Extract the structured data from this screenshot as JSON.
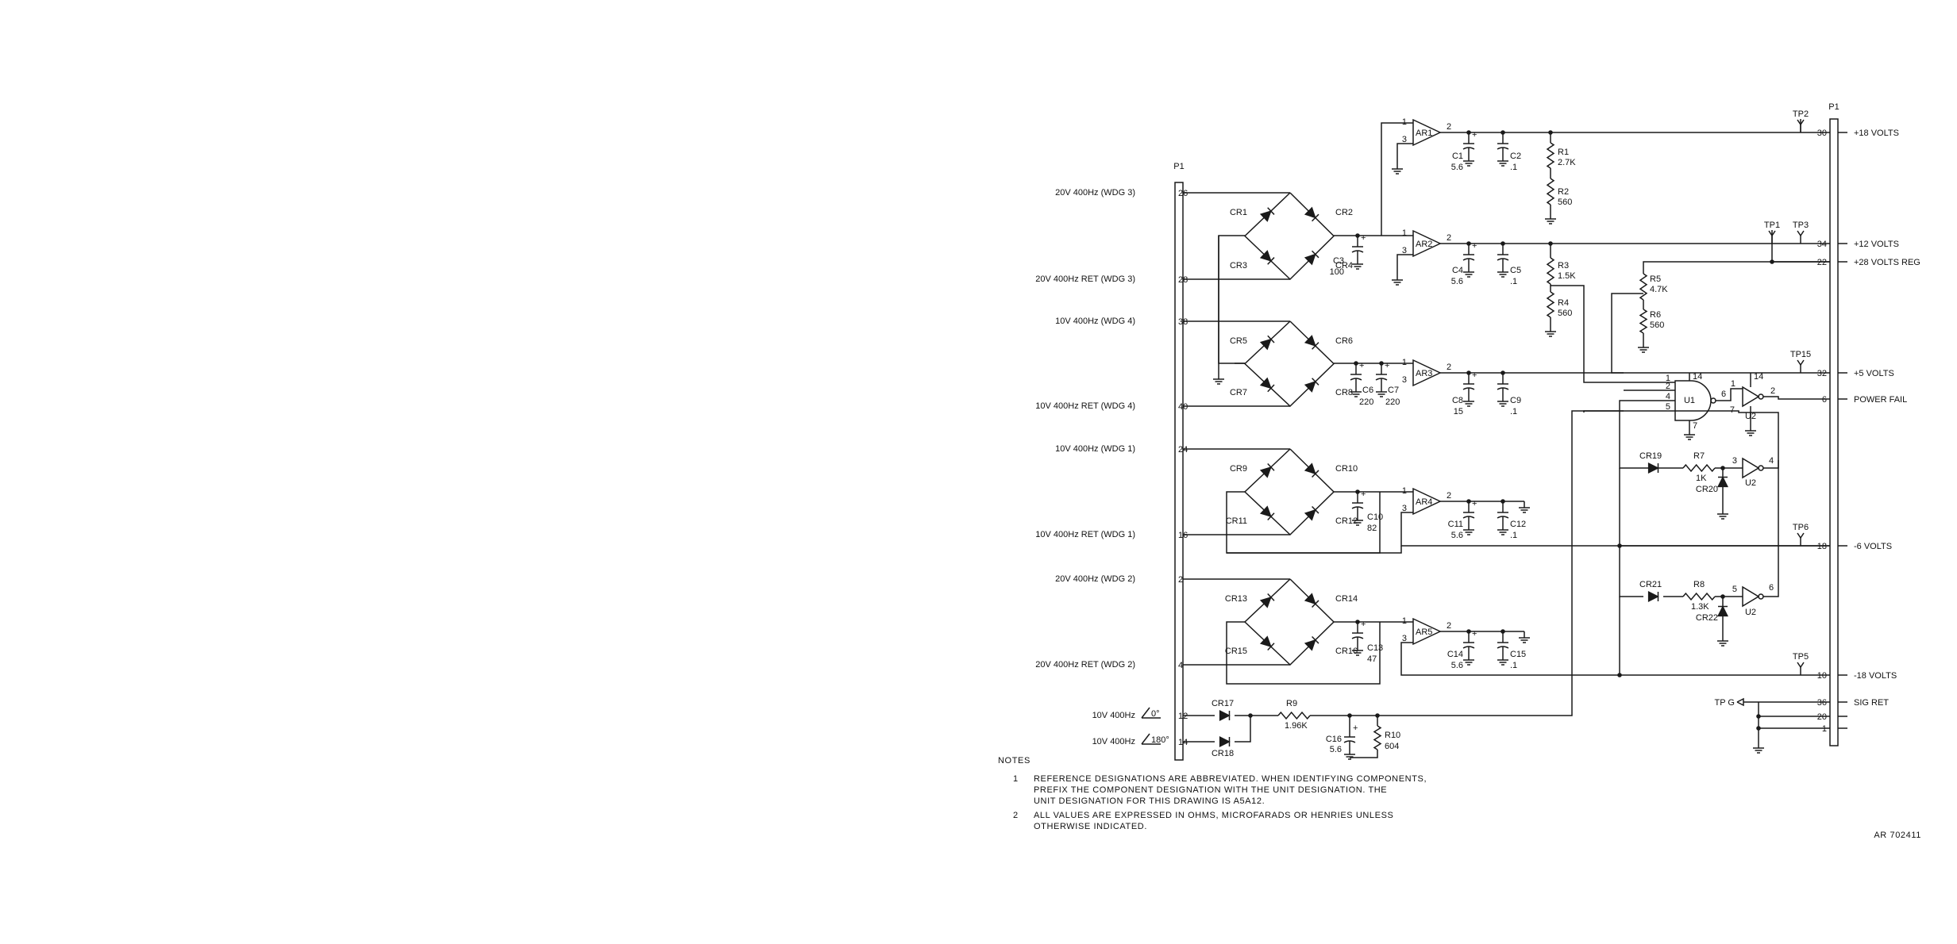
{
  "connector_name": "P1",
  "inputs": [
    {
      "label": "20V 400Hz (WDG 3)",
      "pin": "26"
    },
    {
      "label": "20V 400Hz RET (WDG 3)",
      "pin": "28"
    },
    {
      "label": "10V 400Hz (WDG 4)",
      "pin": "38"
    },
    {
      "label": "10V 400Hz RET (WDG 4)",
      "pin": "40"
    },
    {
      "label": "10V 400Hz (WDG 1)",
      "pin": "24"
    },
    {
      "label": "10V 400Hz RET (WDG 1)",
      "pin": "16"
    },
    {
      "label": "20V 400Hz (WDG 2)",
      "pin": "2"
    },
    {
      "label": "20V 400Hz RET (WDG 2)",
      "pin": "4"
    },
    {
      "label": "10V 400Hz /0°",
      "pin": "12"
    },
    {
      "label": "10V 400Hz /180°",
      "pin": "14"
    }
  ],
  "outputs": [
    {
      "label": "+18 VOLTS",
      "pin": "30"
    },
    {
      "label": "+12 VOLTS",
      "pin": "34"
    },
    {
      "label": "+28 VOLTS REG",
      "pin": "22"
    },
    {
      "label": "+5 VOLTS",
      "pin": "32"
    },
    {
      "label": "POWER FAIL",
      "pin": "6"
    },
    {
      "label": "-6 VOLTS",
      "pin": "18"
    },
    {
      "label": "-18 VOLTS",
      "pin": "10"
    },
    {
      "label": "SIG RET",
      "pin": "36"
    },
    {
      "label": "",
      "pin": "20"
    },
    {
      "label": "",
      "pin": "1"
    }
  ],
  "bridge_diodes": [
    "CR1",
    "CR2",
    "CR3",
    "CR4",
    "CR5",
    "CR6",
    "CR7",
    "CR8",
    "CR9",
    "CR10",
    "CR11",
    "CR12",
    "CR13",
    "CR14",
    "CR15",
    "CR16"
  ],
  "amplifiers": [
    "AR1",
    "AR2",
    "AR3",
    "AR4",
    "AR5"
  ],
  "amp_pins": {
    "in1": "1",
    "in3": "3",
    "out": "2"
  },
  "capacitors": [
    {
      "ref": "C1",
      "value": "5.6"
    },
    {
      "ref": "C2",
      "value": ".1"
    },
    {
      "ref": "C3",
      "value": "100"
    },
    {
      "ref": "C4",
      "value": "5.6"
    },
    {
      "ref": "C5",
      "value": ".1"
    },
    {
      "ref": "C6",
      "value": "220"
    },
    {
      "ref": "C7",
      "value": "220"
    },
    {
      "ref": "C8",
      "value": "15"
    },
    {
      "ref": "C9",
      "value": ".1"
    },
    {
      "ref": "C10",
      "value": "82"
    },
    {
      "ref": "C11",
      "value": "5.6"
    },
    {
      "ref": "C12",
      "value": ".1"
    },
    {
      "ref": "C13",
      "value": "47"
    },
    {
      "ref": "C14",
      "value": "5.6"
    },
    {
      "ref": "C15",
      "value": ".1"
    },
    {
      "ref": "C16",
      "value": "5.6"
    }
  ],
  "resistors": [
    {
      "ref": "R1",
      "value": "2.7K"
    },
    {
      "ref": "R2",
      "value": "560"
    },
    {
      "ref": "R3",
      "value": "1.5K"
    },
    {
      "ref": "R4",
      "value": "560"
    },
    {
      "ref": "R5",
      "value": "4.7K"
    },
    {
      "ref": "R6",
      "value": "560"
    },
    {
      "ref": "R7",
      "value": "1K"
    },
    {
      "ref": "R8",
      "value": "1.3K"
    },
    {
      "ref": "R9",
      "value": "1.96K"
    },
    {
      "ref": "R10",
      "value": "604"
    }
  ],
  "other_diodes": [
    "CR17",
    "CR18",
    "CR19",
    "CR20",
    "CR21",
    "CR22"
  ],
  "test_points": [
    "TP1",
    "TP2",
    "TP3",
    "TP5",
    "TP6",
    "TP15",
    "TP G"
  ],
  "logic": {
    "u1": "U1",
    "u2": "U2",
    "u1_pins": [
      "1",
      "2",
      "4",
      "5",
      "6",
      "7",
      "14"
    ],
    "u2_pins": [
      "1",
      "2",
      "3",
      "4",
      "5",
      "6",
      "7",
      "14"
    ]
  },
  "notes": {
    "heading": "NOTES",
    "items": [
      {
        "num": "1",
        "lines": [
          "REFERENCE DESIGNATIONS ARE ABBREVIATED. WHEN IDENTIFYING COMPONENTS,",
          "PREFIX THE COMPONENT DESIGNATION WITH THE UNIT DESIGNATION. THE",
          "UNIT DESIGNATION FOR THIS DRAWING IS A5A12."
        ]
      },
      {
        "num": "2",
        "lines": [
          "ALL VALUES ARE EXPRESSED IN OHMS, MICROFARADS OR HENRIES UNLESS",
          "OTHERWISE INDICATED."
        ]
      }
    ]
  },
  "drawing_number": "AR 702411"
}
